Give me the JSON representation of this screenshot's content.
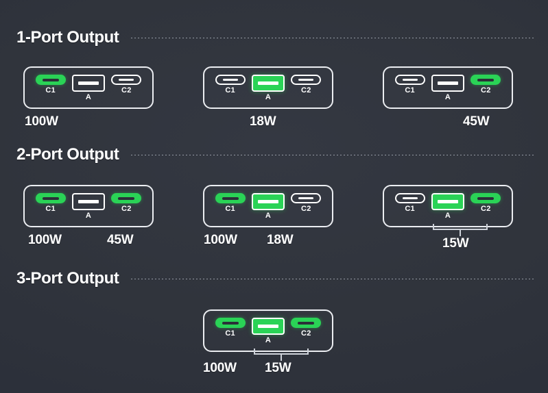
{
  "background_color": "#2f333b",
  "accent_color": "#2ad356",
  "outline_color": "#ffffff",
  "sections": [
    {
      "title": "1-Port Output",
      "devices": [
        {
          "ports": [
            {
              "label": "C1",
              "type": "usb-c",
              "active": true
            },
            {
              "label": "A",
              "type": "usb-a",
              "active": false
            },
            {
              "label": "C2",
              "type": "usb-c",
              "active": false
            }
          ],
          "watts": [
            {
              "value": "100W"
            }
          ]
        },
        {
          "ports": [
            {
              "label": "C1",
              "type": "usb-c",
              "active": false
            },
            {
              "label": "A",
              "type": "usb-a",
              "active": true
            },
            {
              "label": "C2",
              "type": "usb-c",
              "active": false
            }
          ],
          "watts": [
            {
              "value": "18W"
            }
          ]
        },
        {
          "ports": [
            {
              "label": "C1",
              "type": "usb-c",
              "active": false
            },
            {
              "label": "A",
              "type": "usb-a",
              "active": false
            },
            {
              "label": "C2",
              "type": "usb-c",
              "active": true
            }
          ],
          "watts": [
            {
              "value": "45W"
            }
          ]
        }
      ]
    },
    {
      "title": "2-Port Output",
      "devices": [
        {
          "ports": [
            {
              "label": "C1",
              "type": "usb-c",
              "active": true
            },
            {
              "label": "A",
              "type": "usb-a",
              "active": false
            },
            {
              "label": "C2",
              "type": "usb-c",
              "active": true
            }
          ],
          "watts": [
            {
              "value": "100W"
            },
            {
              "value": "45W"
            }
          ]
        },
        {
          "ports": [
            {
              "label": "C1",
              "type": "usb-c",
              "active": true
            },
            {
              "label": "A",
              "type": "usb-a",
              "active": true
            },
            {
              "label": "C2",
              "type": "usb-c",
              "active": false
            }
          ],
          "watts": [
            {
              "value": "100W"
            },
            {
              "value": "18W"
            }
          ]
        },
        {
          "ports": [
            {
              "label": "C1",
              "type": "usb-c",
              "active": false
            },
            {
              "label": "A",
              "type": "usb-a",
              "active": true
            },
            {
              "label": "C2",
              "type": "usb-c",
              "active": true
            }
          ],
          "watts": [
            {
              "value": "15W"
            }
          ],
          "bracket": {
            "label": "15W",
            "spans": [
              "A",
              "C2"
            ]
          }
        }
      ]
    },
    {
      "title": "3-Port Output",
      "devices": [
        {
          "ports": [
            {
              "label": "C1",
              "type": "usb-c",
              "active": true
            },
            {
              "label": "A",
              "type": "usb-a",
              "active": true
            },
            {
              "label": "C2",
              "type": "usb-c",
              "active": true
            }
          ],
          "watts": [
            {
              "value": "100W"
            },
            {
              "value": "15W"
            }
          ],
          "bracket": {
            "label": "15W",
            "spans": [
              "A",
              "C2"
            ]
          }
        }
      ]
    }
  ]
}
